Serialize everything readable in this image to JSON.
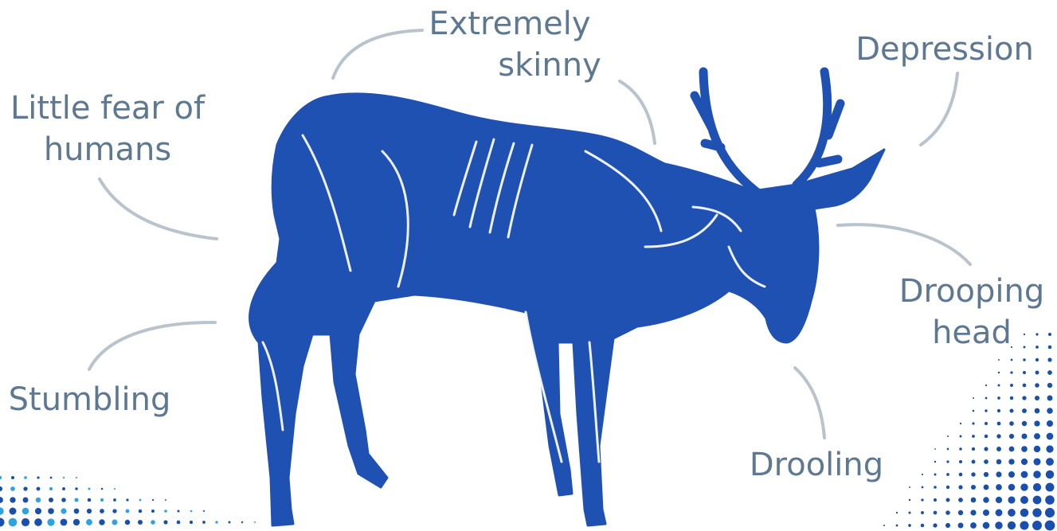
{
  "colors": {
    "silhouette": "#1f51b3",
    "label_text": "#5e7892",
    "leader_line": "#b9c3cc",
    "dots_dark": "#1a4fae",
    "dots_light": "#2ea3e0"
  },
  "labels": {
    "extremely_skinny_line1": "Extremely",
    "extremely_skinny_line2": "skinny",
    "depression": "Depression",
    "little_fear_line1": "Little fear of",
    "little_fear_line2": "humans",
    "drooping_head_line1": "Drooping",
    "drooping_head_line2": "head",
    "stumbling": "Stumbling",
    "drooling": "Drooling"
  },
  "illustration": {
    "subject_icon": "deer-silhouette-icon",
    "decoration_icon": "halftone-dots-icon"
  }
}
